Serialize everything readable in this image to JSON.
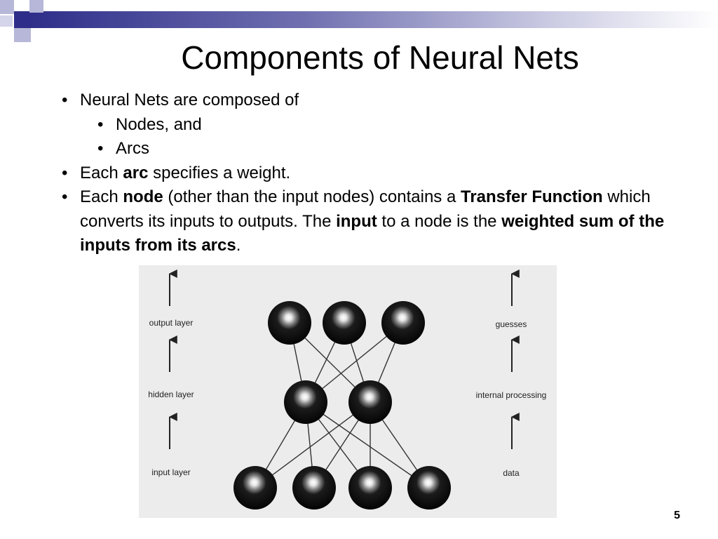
{
  "slide": {
    "title": "Components of Neural Nets",
    "bullets": [
      {
        "label": "Neural Nets are composed of",
        "sub": [
          "Nodes, and",
          "Arcs"
        ]
      },
      {
        "parts": [
          {
            "text": "Each ",
            "bold": false
          },
          {
            "text": "arc",
            "bold": true
          },
          {
            "text": " specifies a weight.",
            "bold": false
          }
        ]
      },
      {
        "parts": [
          {
            "text": "Each ",
            "bold": false
          },
          {
            "text": "node",
            "bold": true
          },
          {
            "text": " (other than the input nodes) contains a ",
            "bold": false
          },
          {
            "text": "Transfer Function",
            "bold": true
          },
          {
            "text": " which converts its inputs to outputs.  The ",
            "bold": false
          },
          {
            "text": "input",
            "bold": true
          },
          {
            "text": " to a node is the ",
            "bold": false
          },
          {
            "text": "weighted sum of the inputs from its arcs",
            "bold": true
          },
          {
            "text": ".",
            "bold": false
          }
        ]
      }
    ],
    "slide_number": "5"
  },
  "diagram": {
    "left_labels": {
      "output": "output layer",
      "hidden": "hidden layer",
      "input": "input layer"
    },
    "right_labels": {
      "output": "guesses",
      "hidden": "internal processing",
      "input": "data"
    }
  },
  "colors": {
    "header_dark": "#2e2e8a",
    "header_mid": "#6f6fb0",
    "square_light": "#b7b7d9"
  }
}
